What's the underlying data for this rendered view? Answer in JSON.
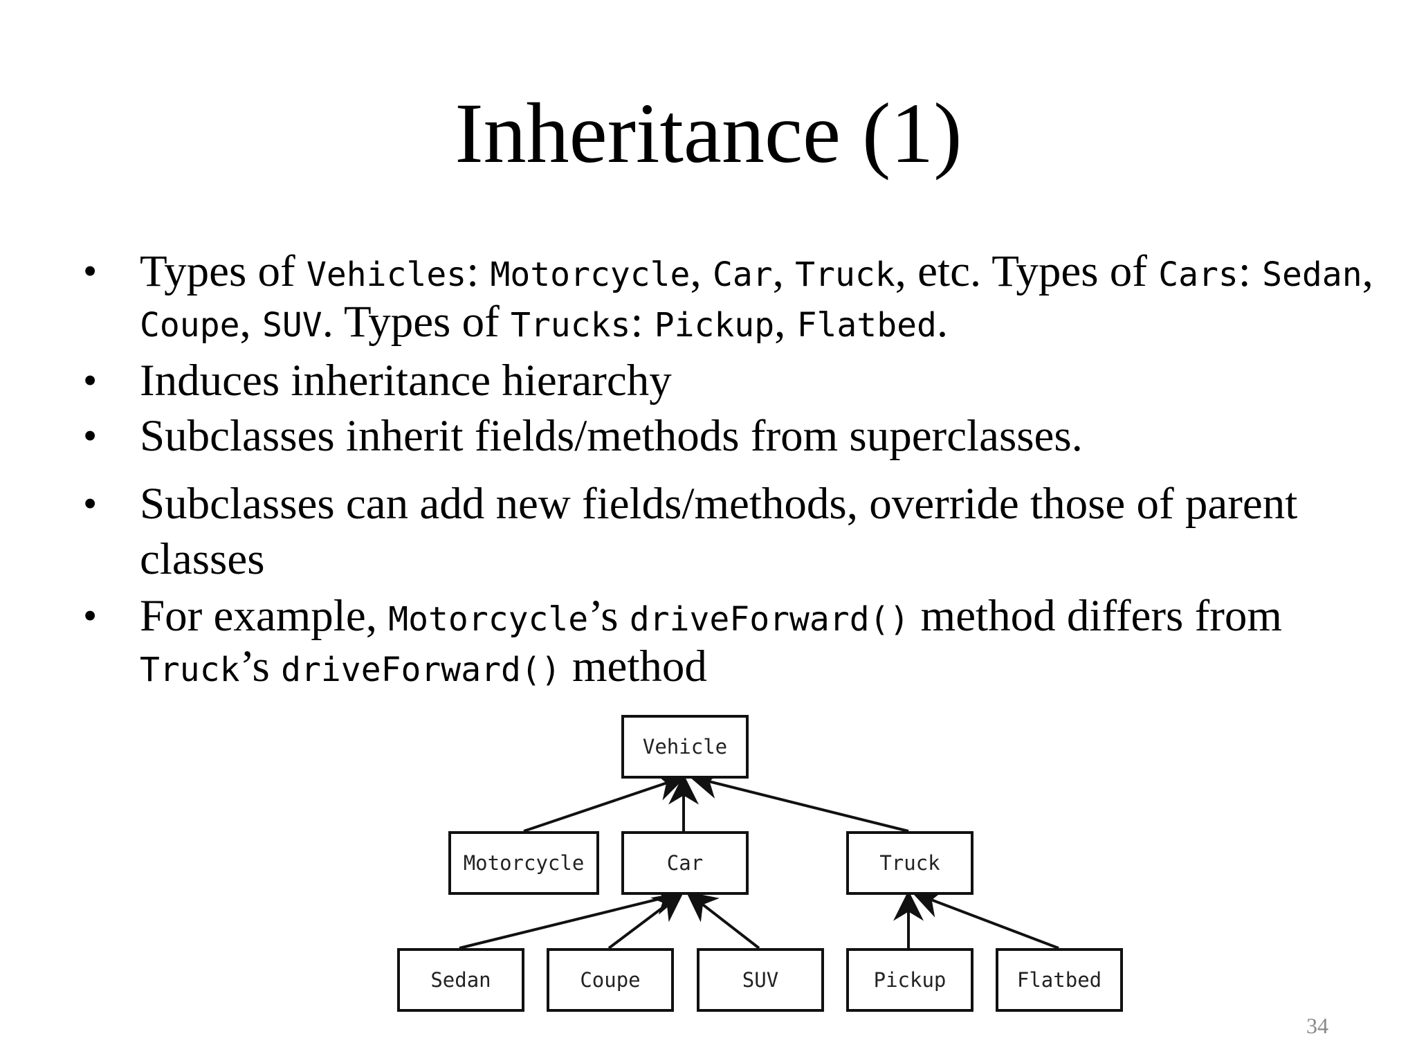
{
  "slide": {
    "title": "Inheritance (1)",
    "page_number": "34"
  },
  "bullets": {
    "b1": {
      "t1": "Types of ",
      "c1": "Vehicles",
      "t2": ": ",
      "c2": "Motorcycle",
      "t3": ", ",
      "c3": "Car",
      "t4": ", ",
      "c4": "Truck",
      "t5": ", etc. Types of ",
      "c5": "Cars",
      "t6": ":  ",
      "c6": "Sedan",
      "t7": ", ",
      "c7": "Coupe",
      "t8": ", ",
      "c8": "SUV",
      "t9": ". Types of ",
      "c9": "Trucks",
      "t10": ": ",
      "c10": "Pickup",
      "t11": ", ",
      "c11": "Flatbed",
      "t12": "."
    },
    "b2": "Induces inheritance hierarchy",
    "b3": "Subclasses inherit fields/methods from superclasses.",
    "b4": "Subclasses can add new fields/methods, override those of parent classes",
    "b5": {
      "t1": "For example, ",
      "c1": "Motorcycle",
      "t2": "’s ",
      "c2": "driveForward()",
      "t3": "  method differs  from ",
      "c3": "Truck",
      "t4": "’s ",
      "c4": "driveForward()",
      "t5": "  method"
    }
  },
  "diagram": {
    "nodes": {
      "vehicle": "Vehicle",
      "motorcycle": "Motorcycle",
      "car": "Car",
      "truck": "Truck",
      "sedan": "Sedan",
      "coupe": "Coupe",
      "suv": "SUV",
      "pickup": "Pickup",
      "flatbed": "Flatbed"
    }
  }
}
